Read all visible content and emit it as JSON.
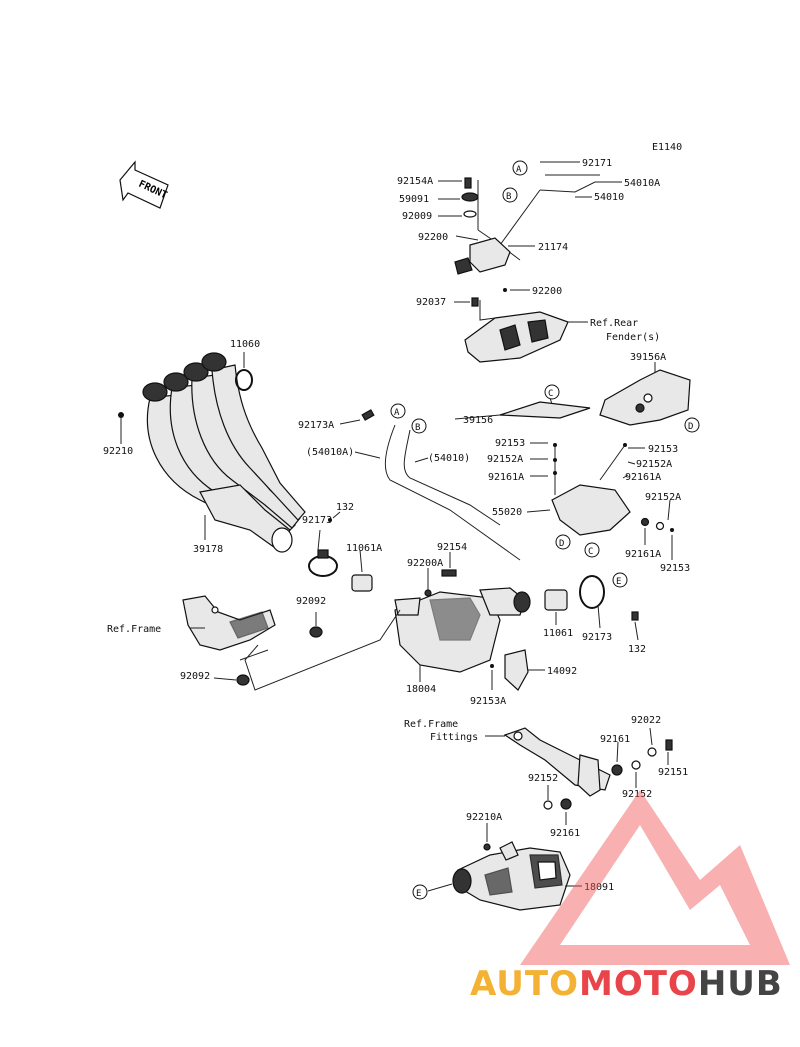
{
  "diagram_code": "E1140",
  "front_label": "FRONT",
  "labels": {
    "p92171": "92171",
    "p54010A_top": "54010A",
    "p54010_top": "54010",
    "p92154A": "92154A",
    "p59091": "59091",
    "p92009": "92009",
    "p92200a": "92200",
    "p21174": "21174",
    "p92200b": "92200",
    "p92037": "92037",
    "ref_rear_1": "Ref.Rear",
    "ref_rear_2": "Fender(s)",
    "p11060": "11060",
    "p39156A": "39156A",
    "p92210": "92210",
    "p92173A": "92173A",
    "p54010A_mid": "(54010A)",
    "p54010_mid": "(54010)",
    "p39156": "39156",
    "p92153a": "92153",
    "p92152Aa": "92152A",
    "p92161Aa": "92161A",
    "p92153b": "92153",
    "p92152Ab": "92152A",
    "p92161Ab": "92161A",
    "p55020": "55020",
    "p92152Ac": "92152A",
    "p92161Ac": "92161A",
    "p92153c": "92153",
    "p132a": "132",
    "p92173a": "92173",
    "p11061A": "11061A",
    "p39178": "39178",
    "p92154": "92154",
    "p92200A": "92200A",
    "p92092a": "92092",
    "ref_frame": "Ref.Frame",
    "p11061": "11061",
    "p92173b": "92173",
    "p132b": "132",
    "p14092": "14092",
    "p92092b": "92092",
    "p18004": "18004",
    "p92153A": "92153A",
    "ref_fit_1": "Ref.Frame",
    "ref_fit_2": "Fittings",
    "p92022": "92022",
    "p92161a": "92161",
    "p92151": "92151",
    "p92152a": "92152",
    "p92152b": "92152",
    "p92210A": "92210A",
    "p92161b": "92161",
    "p18091": "18091"
  },
  "callouts": {
    "A": "A",
    "B": "B",
    "C": "C",
    "D": "D",
    "E": "E"
  },
  "watermark": {
    "part1": "AUTO",
    "part2": "MOTO",
    "part3": "HUB",
    "color1": "#f3b233",
    "color2": "#e8444a",
    "color3": "#444444",
    "triangle_color": "#ee5555"
  }
}
